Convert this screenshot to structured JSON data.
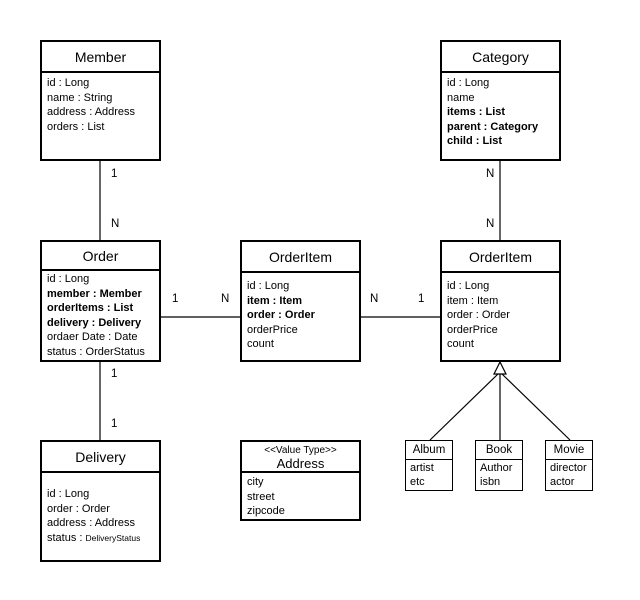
{
  "entities": {
    "member": {
      "title": "Member",
      "fields": [
        "id : Long",
        "name : String",
        "address : Address",
        "orders : List"
      ]
    },
    "category": {
      "title": "Category",
      "fields": [
        "id : Long",
        "name",
        "items : List",
        "parent : Category",
        "child : List"
      ]
    },
    "order": {
      "title": "Order",
      "fields": [
        "id : Long",
        "member : Member",
        "orderItems : List",
        "delivery : Delivery",
        "ordaer Date : Date",
        "status : OrderStatus"
      ]
    },
    "order_item_mid": {
      "title": "OrderItem",
      "fields": [
        "id : Long",
        "item : Item",
        "order : Order",
        "orderPrice",
        "count"
      ]
    },
    "order_item_right": {
      "title": "OrderItem",
      "fields": [
        "id : Long",
        "item : Item",
        "order : Order",
        "orderPrice",
        "count"
      ]
    },
    "delivery": {
      "title": "Delivery",
      "fields": [
        "id : Long",
        "order : Order",
        "address : Address",
        "status : "
      ],
      "status_value": "DeliveryStatus"
    },
    "address": {
      "stereotype": "<<Value Type>>",
      "title": "Address",
      "fields": [
        "city",
        "street",
        "zipcode"
      ]
    },
    "album": {
      "title": "Album",
      "fields": [
        "artist",
        "etc"
      ]
    },
    "book": {
      "title": "Book",
      "fields": [
        "Author",
        "isbn"
      ]
    },
    "movie": {
      "title": "Movie",
      "fields": [
        "director",
        "actor"
      ]
    }
  },
  "multiplicities": {
    "member_order_top": "1",
    "member_order_bottom": "N",
    "order_oi_left": "1",
    "order_oi_right": "N",
    "oi_oi_left": "N",
    "oi_oi_right": "1",
    "cat_oi_top": "N",
    "cat_oi_bottom": "N",
    "order_delivery_top": "1",
    "order_delivery_bottom": "1"
  },
  "colors": {
    "line": "#000000",
    "background": "#ffffff"
  }
}
